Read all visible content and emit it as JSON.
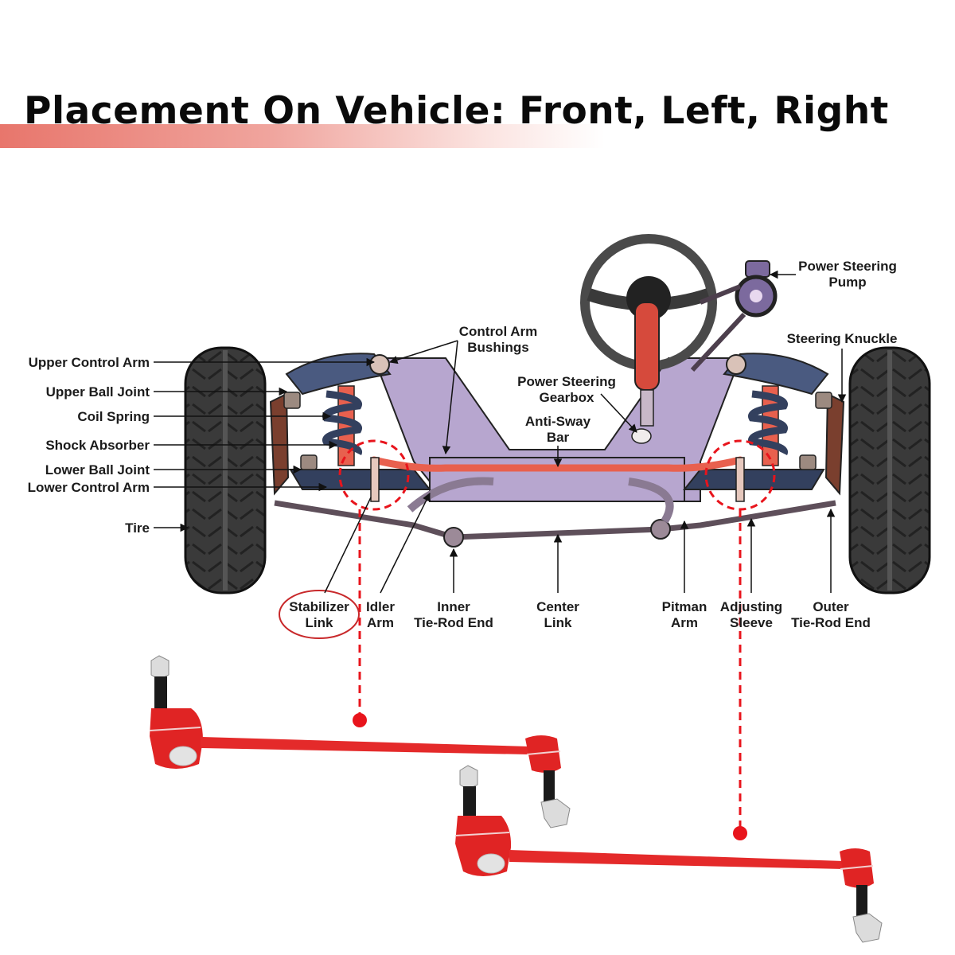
{
  "title": "Placement On Vehicle: Front, Left, Right",
  "colors": {
    "accent_red": "#e8141c",
    "title_band": "#e8766c",
    "frame_purple": "#b7a6cf",
    "arm_navy": "#3b4a6b",
    "sway_bar": "#e8604e",
    "tire": "#3a3a3a",
    "link_red": "#e02424"
  },
  "labels": {
    "upper_control_arm": "Upper Control Arm",
    "upper_ball_joint": "Upper Ball Joint",
    "coil_spring": "Coil Spring",
    "shock_absorber": "Shock Absorber",
    "lower_ball_joint": "Lower Ball Joint",
    "lower_control_arm": "Lower Control Arm",
    "tire": "Tire",
    "control_arm_bushings": [
      "Control Arm",
      "Bushings"
    ],
    "power_steering_gearbox": [
      "Power Steering",
      "Gearbox"
    ],
    "anti_sway_bar": [
      "Anti-Sway",
      "Bar"
    ],
    "power_steering_pump": [
      "Power Steering",
      "Pump"
    ],
    "steering_knuckle": "Steering Knuckle",
    "stabilizer_link": [
      "Stabilizer",
      "Link"
    ],
    "idler_arm": [
      "Idler",
      "Arm"
    ],
    "inner_tie_rod_end": [
      "Inner",
      "Tie-Rod End"
    ],
    "center_link": [
      "Center",
      "Link"
    ],
    "pitman_arm": [
      "Pitman",
      "Arm"
    ],
    "adjusting_sleeve": [
      "Adjusting",
      "Sleeve"
    ],
    "outer_tie_rod_end": [
      "Outer",
      "Tie-Rod End"
    ]
  },
  "highlighted_part": "Stabilizer Link",
  "product": {
    "name": "Stabilizer Link",
    "quantity_shown": 2
  }
}
